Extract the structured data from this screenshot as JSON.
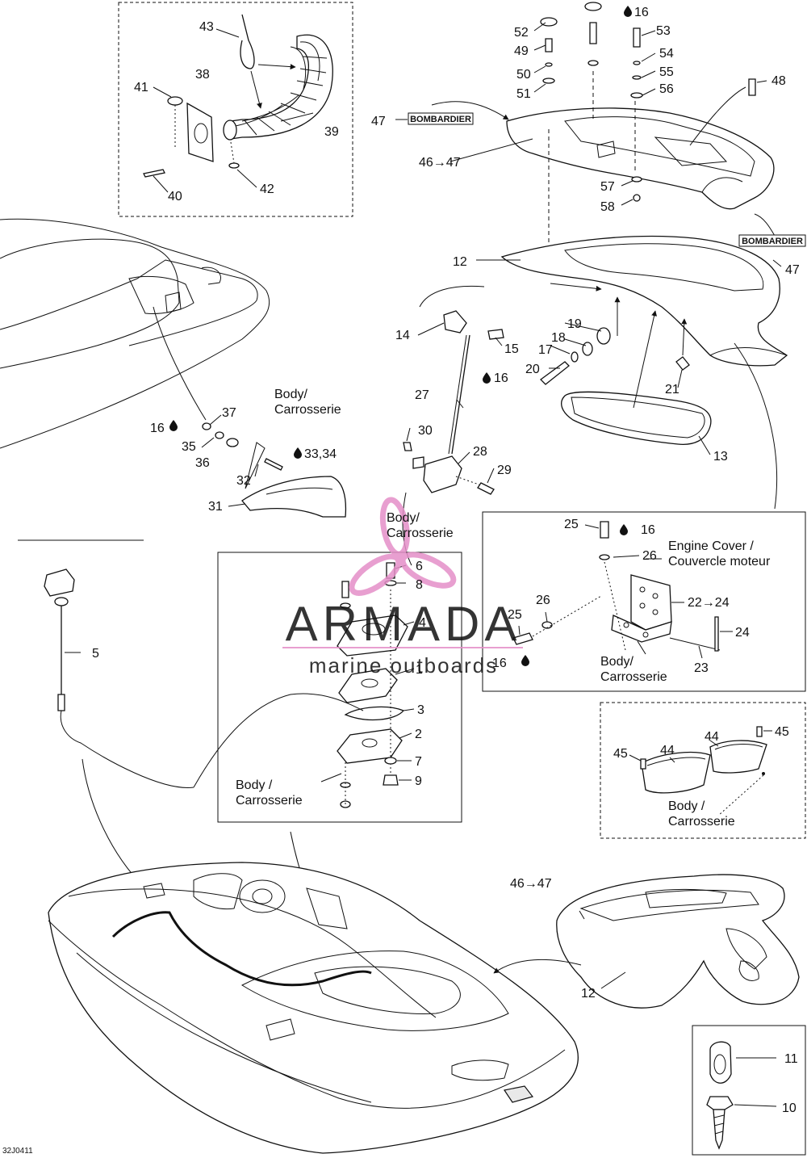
{
  "diagram_code": "32J0411",
  "brand_tag": "BOMBARDIER",
  "watermark": {
    "brand": "ARMADA",
    "tagline": "marine outboards",
    "accent_color": "#e58fc8",
    "text_color": "#8a8a8a"
  },
  "callouts": {
    "c1": "1",
    "c2": "2",
    "c3": "3",
    "c4": "4",
    "c5": "5",
    "c6": "6",
    "c7": "7",
    "c8": "8",
    "c9": "9",
    "c10": "10",
    "c11": "11",
    "c12a": "12",
    "c12b": "12",
    "c13": "13",
    "c14": "14",
    "c15": "15",
    "c16a": "16",
    "c16b": "16",
    "c16c": "16",
    "c16d": "16",
    "c16e": "16",
    "c17": "17",
    "c18": "18",
    "c19": "19",
    "c20": "20",
    "c21": "21",
    "c22": "22→24",
    "c23": "23",
    "c24": "24",
    "c25a": "25",
    "c25b": "25",
    "c26a": "26",
    "c26b": "26",
    "c27": "27",
    "c28": "28",
    "c29": "29",
    "c30": "30",
    "c31": "31",
    "c32": "32",
    "c33": "33,34",
    "c35": "35",
    "c36": "36",
    "c37": "37",
    "c38": "38",
    "c39": "39",
    "c40": "40",
    "c41": "41",
    "c42": "42",
    "c43": "43",
    "c44a": "44",
    "c44b": "44",
    "c45a": "45",
    "c45b": "45",
    "c46a": "46→47",
    "c46b": "46→47",
    "c47a": "47",
    "c47b": "47",
    "c48": "48",
    "c49": "49",
    "c50": "50",
    "c51": "51",
    "c52": "52",
    "c53": "53",
    "c54": "54",
    "c55": "55",
    "c56": "56",
    "c57": "57",
    "c58": "58"
  },
  "text_labels": {
    "body1_l1": "Body/",
    "body1_l2": "Carrosserie",
    "body2_l1": "Body/",
    "body2_l2": "Carrosserie",
    "body3_l1": "Body /",
    "body3_l2": "Carrosserie",
    "body4_l1": "Body/",
    "body4_l2": "Carrosserie",
    "body5_l1": "Body /",
    "body5_l2": "Carrosserie",
    "engine_l1": "Engine Cover /",
    "engine_l2": "Couvercle moteur"
  },
  "icons": [
    "oil-drop-icon",
    "propeller-logo-icon"
  ]
}
